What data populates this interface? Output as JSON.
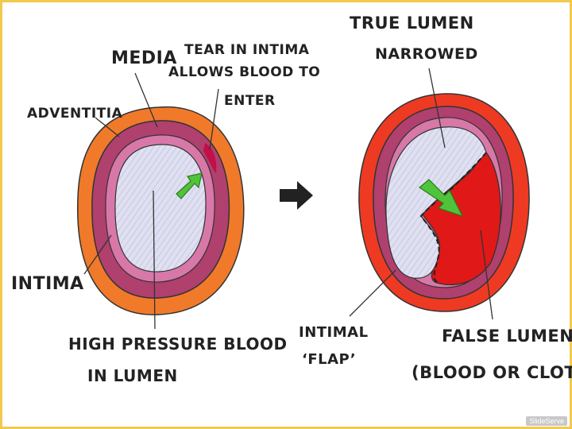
{
  "labels": {
    "media": "MEDIA",
    "adventitia": "ADVENTITIA",
    "tear_line1": "TEAR IN INTIMA",
    "tear_line2": "ALLOWS BLOOD TO",
    "tear_line3": "ENTER",
    "intima": "INTIMA",
    "high_pressure_line1": "HIGH PRESSURE BLOOD",
    "high_pressure_line2": "IN LUMEN",
    "true_lumen_line1": "TRUE LUMEN",
    "true_lumen_line2": "NARROWED",
    "intimal_flap_line1": "INTIMAL",
    "intimal_flap_line2": "‘FLAP’",
    "false_lumen_line1": "FALSE LUMEN",
    "false_lumen_line2": "(BLOOD OR CLOT)"
  },
  "watermark": "SlideServe",
  "colors": {
    "adventitia": "#f07a2a",
    "adventitia_dissected": "#ee3a22",
    "media": "#b0406e",
    "intima": "#d878a8",
    "lumen": "#dcdcee",
    "false_lumen": "#e01818",
    "green_arrow": "#4fc43a",
    "transition_arrow": "#222222",
    "frame": "#f2c94c"
  },
  "icons": {
    "transition": "right-arrow-icon",
    "flow": "green-arrow-icon"
  }
}
